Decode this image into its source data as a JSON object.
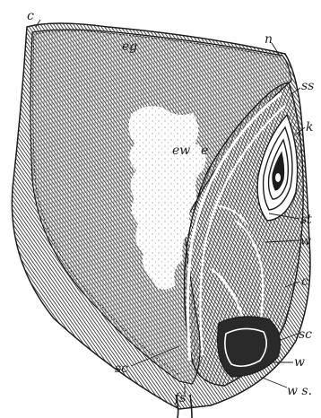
{
  "labels": {
    "c_top": "c",
    "eg": "eg",
    "n": "n",
    "ss": "ss",
    "k": "k",
    "ew": "ew",
    "e": "e",
    "st": "st",
    "w_upper": "w",
    "c_right": "c",
    "sc_right": "sc",
    "w_lower": "w",
    "ws": "w s.",
    "sc_left": "sc",
    "fs": "fs"
  },
  "colors": {
    "ink": "#1c1c1c",
    "paper": "#ffffff",
    "hatch_light": "#6a6a6a",
    "hatch_dark": "#2a2a2a"
  }
}
